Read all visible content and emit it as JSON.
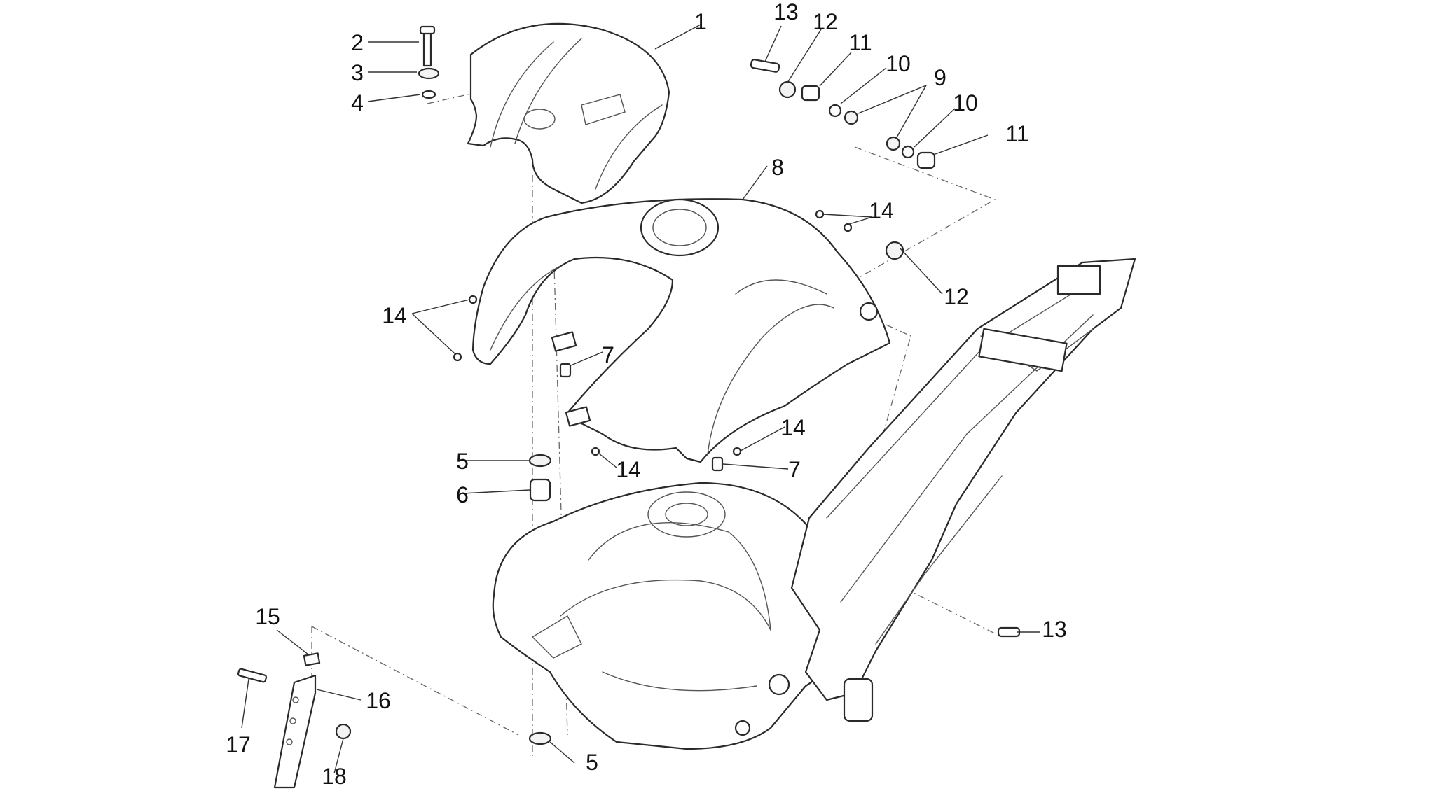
{
  "callouts": [
    {
      "number": "1"
    },
    {
      "number": "2"
    },
    {
      "number": "3"
    },
    {
      "number": "4"
    },
    {
      "number": "13"
    },
    {
      "number": "12"
    },
    {
      "number": "11"
    },
    {
      "number": "10"
    },
    {
      "number": "9"
    },
    {
      "number": "10"
    },
    {
      "number": "11"
    },
    {
      "number": "8"
    },
    {
      "number": "14"
    },
    {
      "number": "14"
    },
    {
      "number": "12"
    },
    {
      "number": "7"
    },
    {
      "number": "14"
    },
    {
      "number": "5"
    },
    {
      "number": "14"
    },
    {
      "number": "7"
    },
    {
      "number": "6"
    },
    {
      "number": "15"
    },
    {
      "number": "13"
    },
    {
      "number": "16"
    },
    {
      "number": "17"
    },
    {
      "number": "18"
    },
    {
      "number": "5"
    }
  ]
}
